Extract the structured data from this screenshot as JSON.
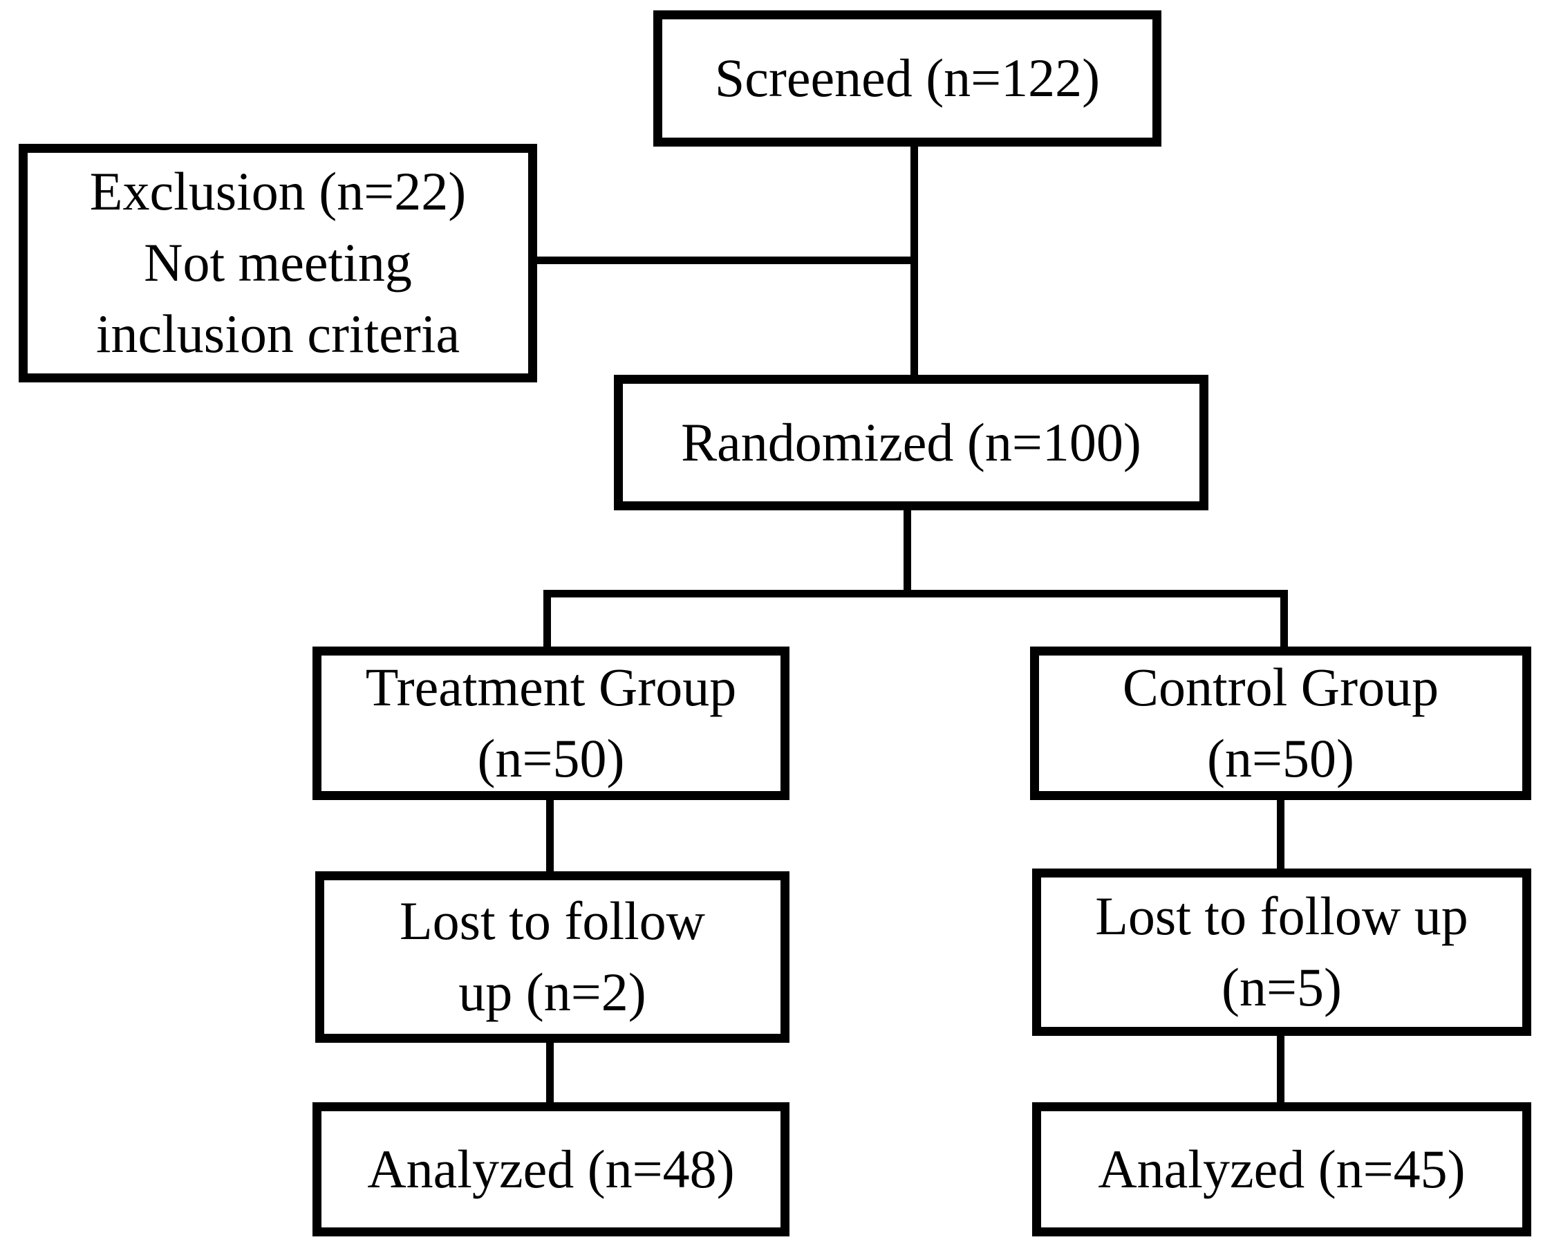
{
  "diagram": {
    "type": "consort-flowchart",
    "colors": {
      "line": "#000000",
      "text": "#000000",
      "background": "#ffffff"
    },
    "nodes": {
      "screened": {
        "label": "Screened (n=122)"
      },
      "exclusion": {
        "line1": "Exclusion (n=22)",
        "line2": "Not meeting",
        "line3": "inclusion criteria"
      },
      "randomized": {
        "label": "Randomized (n=100)"
      },
      "treatment": {
        "line1": "Treatment Group",
        "line2": "(n=50)"
      },
      "control": {
        "line1": "Control Group",
        "line2": "(n=50)"
      },
      "lost_treatment": {
        "line1": "Lost to follow",
        "line2": "up (n=2)"
      },
      "lost_control": {
        "line1": "Lost to follow up",
        "line2": "(n=5)"
      },
      "analyzed_treatment": {
        "label": "Analyzed (n=48)"
      },
      "analyzed_control": {
        "label": "Analyzed (n=45)"
      }
    }
  }
}
